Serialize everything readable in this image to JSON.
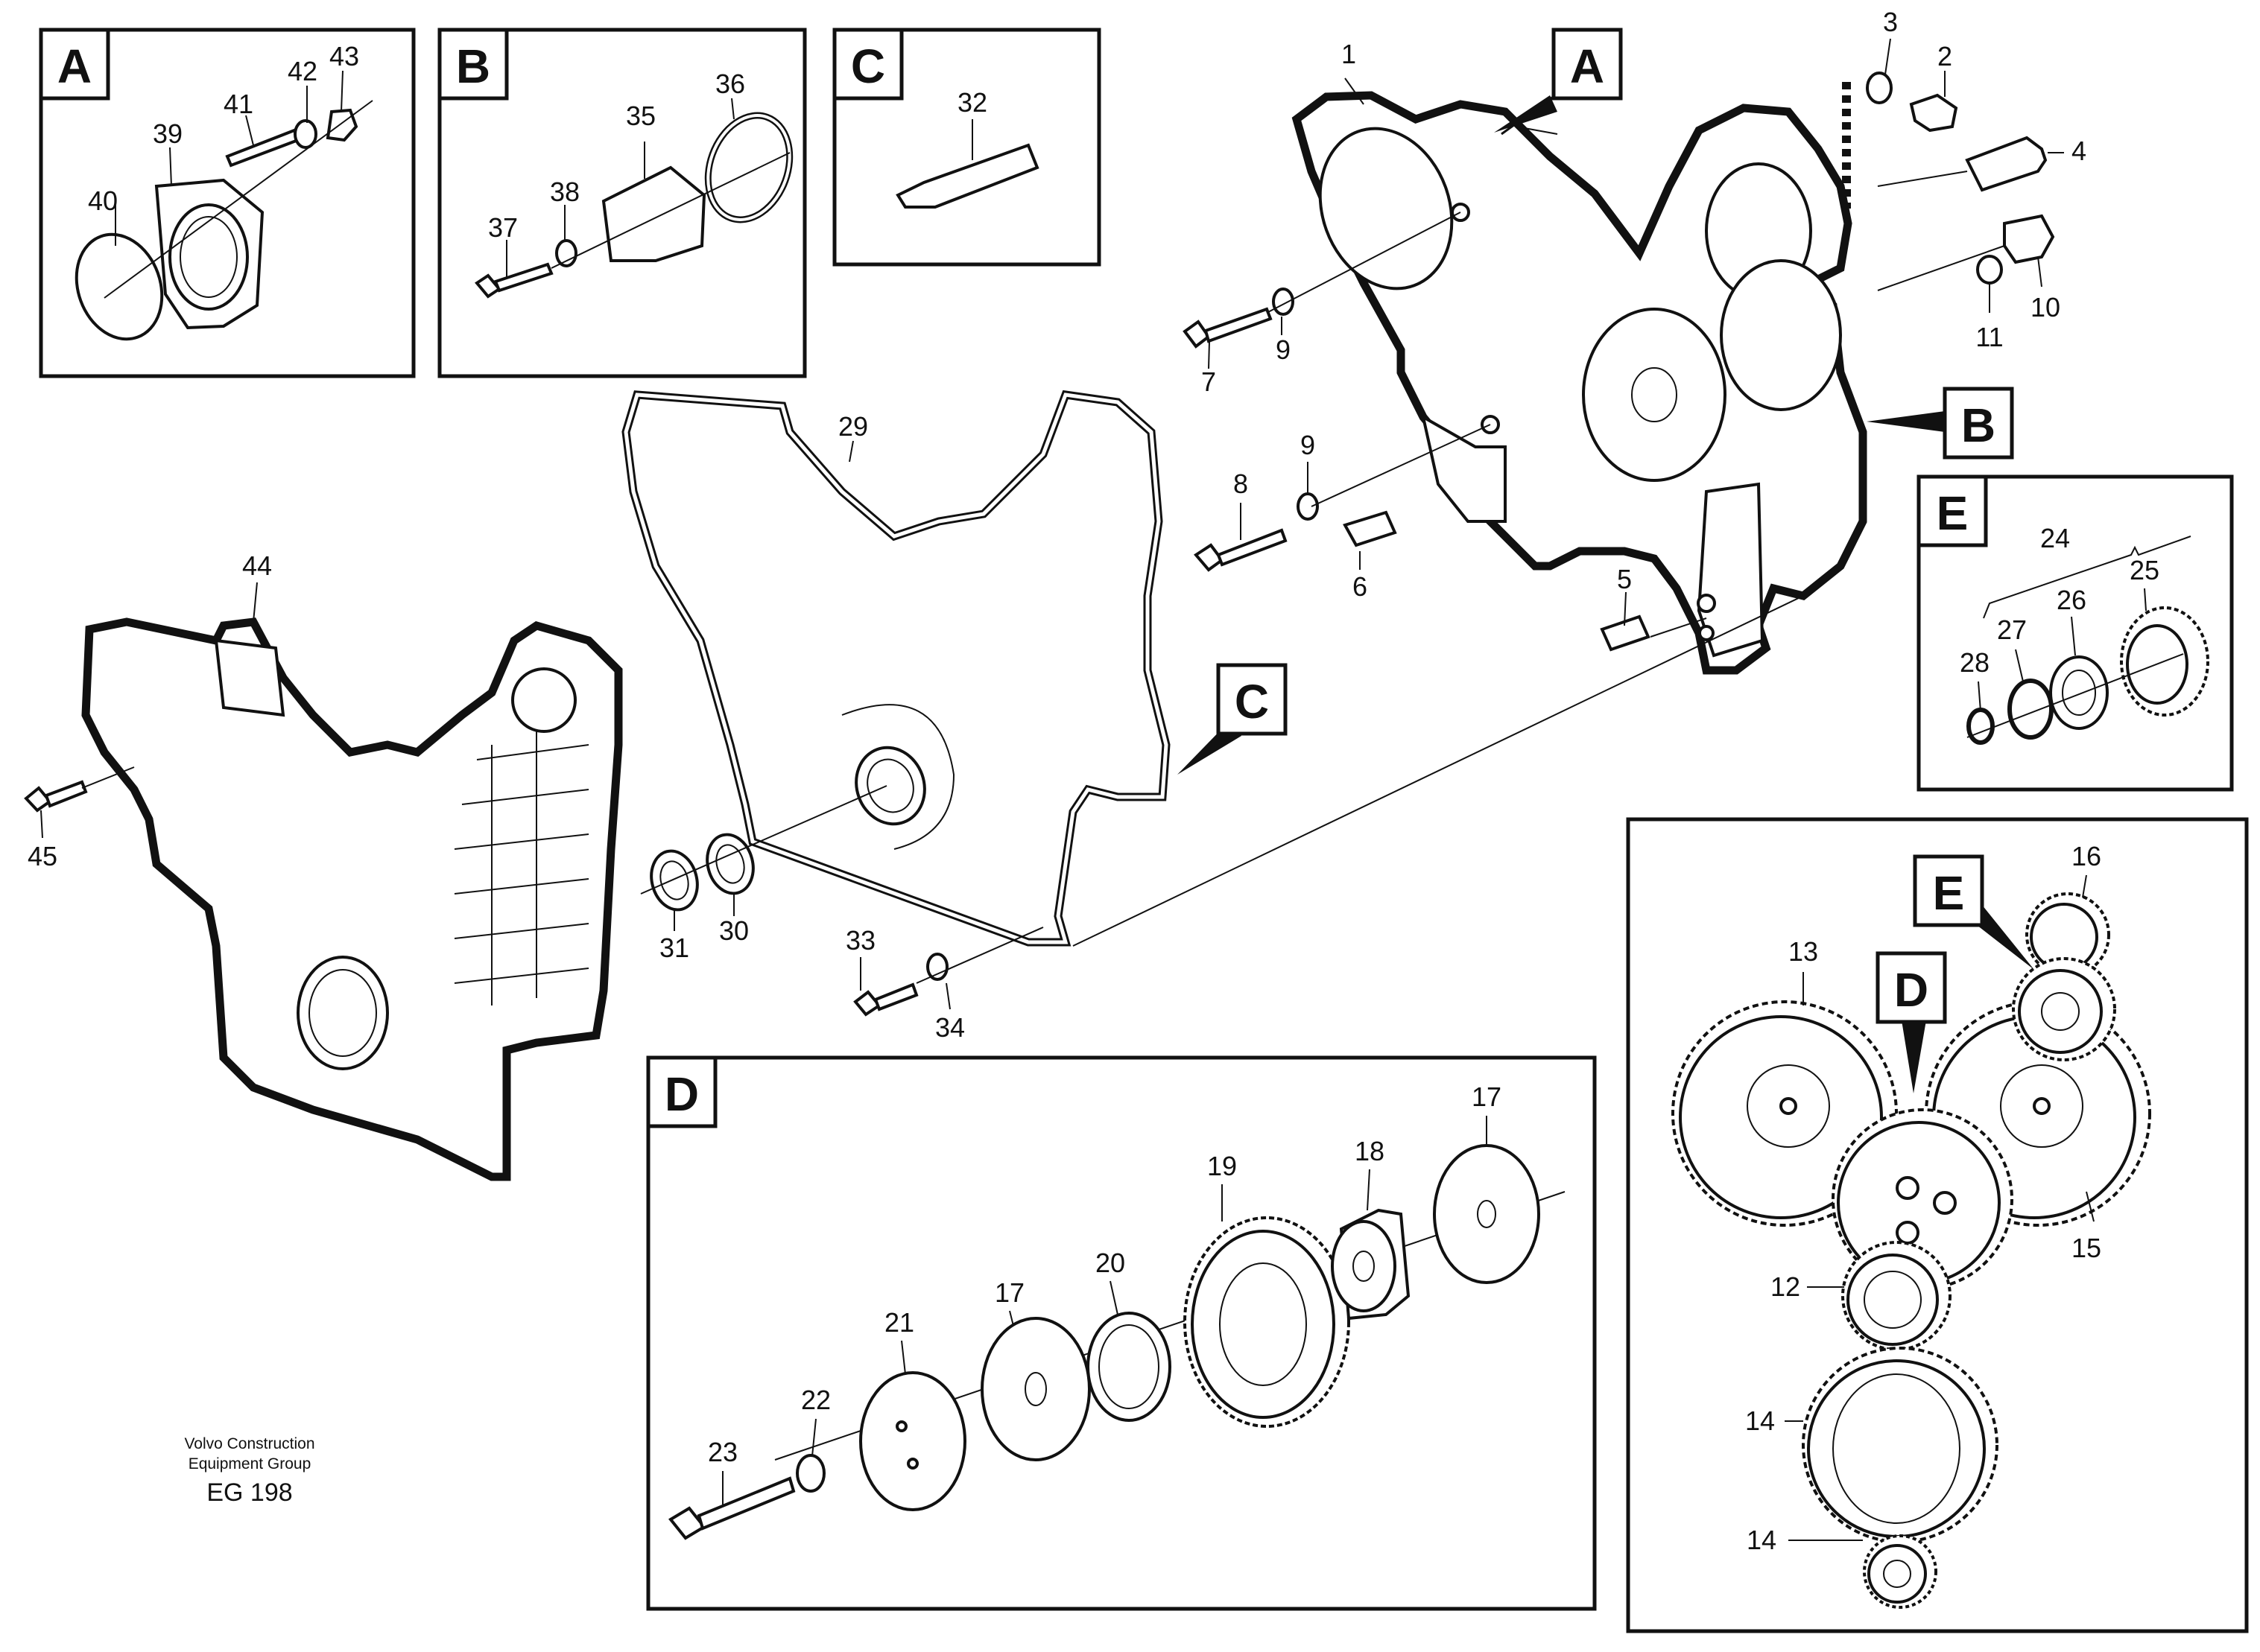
{
  "detail_views": {
    "A": {
      "title": "A",
      "parts": [
        "39",
        "40",
        "41",
        "42",
        "43"
      ]
    },
    "B": {
      "title": "B",
      "parts": [
        "35",
        "36",
        "37",
        "38"
      ]
    },
    "C": {
      "title": "C",
      "parts": [
        "32"
      ]
    },
    "D": {
      "title": "D",
      "parts": [
        "17",
        "17",
        "18",
        "19",
        "20",
        "21",
        "22",
        "23"
      ]
    },
    "E": {
      "title": "E",
      "parts": [
        "24",
        "25",
        "26",
        "27",
        "28"
      ]
    },
    "gear_train": {
      "parts": [
        "12",
        "13",
        "14",
        "14",
        "15",
        "16"
      ],
      "callouts": [
        "D",
        "E"
      ]
    }
  },
  "main_view": {
    "callouts": [
      "A",
      "B",
      "C"
    ],
    "parts": [
      "1",
      "2",
      "3",
      "4",
      "5",
      "6",
      "7",
      "8",
      "9",
      "9",
      "10",
      "11",
      "29",
      "30",
      "31",
      "33",
      "34",
      "44",
      "45"
    ]
  },
  "footer": {
    "line1": "Volvo Construction",
    "line2": "Equipment Group",
    "code": "EG 198"
  }
}
